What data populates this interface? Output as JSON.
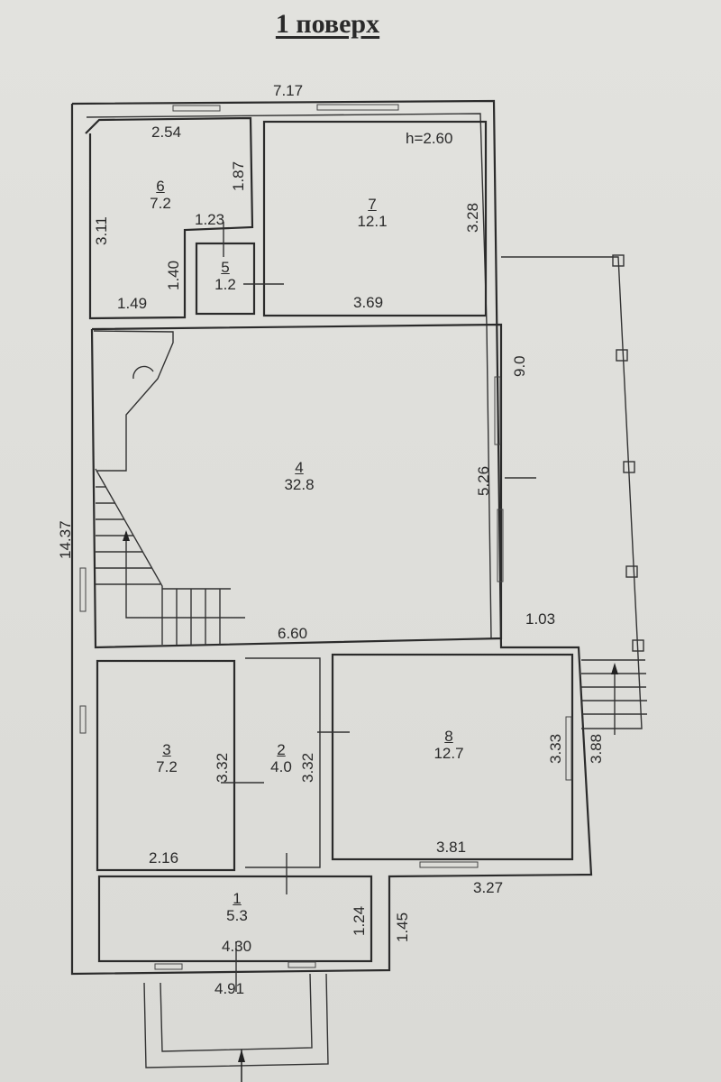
{
  "title": "1 поверх",
  "ceiling_height": "h=2.60",
  "overall": {
    "width": "7.17",
    "length": "14.37",
    "terrace_length": "9.0"
  },
  "rooms": [
    {
      "num": "1",
      "area": "5.3"
    },
    {
      "num": "2",
      "area": "4.0"
    },
    {
      "num": "3",
      "area": "7.2"
    },
    {
      "num": "4",
      "area": "32.8"
    },
    {
      "num": "5",
      "area": "1.2"
    },
    {
      "num": "6",
      "area": "7.2"
    },
    {
      "num": "7",
      "area": "12.1"
    },
    {
      "num": "8",
      "area": "12.7"
    }
  ],
  "dims": {
    "r6_top": "2.54",
    "r6_right": "1.87",
    "r6_left": "3.11",
    "r6_inner": "1.40",
    "r6_bottom": "1.49",
    "r5_top": "1.23",
    "r7_right": "3.28",
    "r7_bottom": "3.69",
    "r4_right": "5.26",
    "r4_bottom": "6.60",
    "porch_side": "1.03",
    "r3_right": "3.32",
    "r3_bottom": "2.16",
    "r2_right": "3.32",
    "r8_right": "3.33",
    "r8_outer": "3.88",
    "r8_bottom": "3.81",
    "r8_outer_bottom": "3.27",
    "r1_right": "1.24",
    "r1_outer": "1.45",
    "r1_inner": "4.30",
    "r1_outer_bottom": "4.91"
  }
}
